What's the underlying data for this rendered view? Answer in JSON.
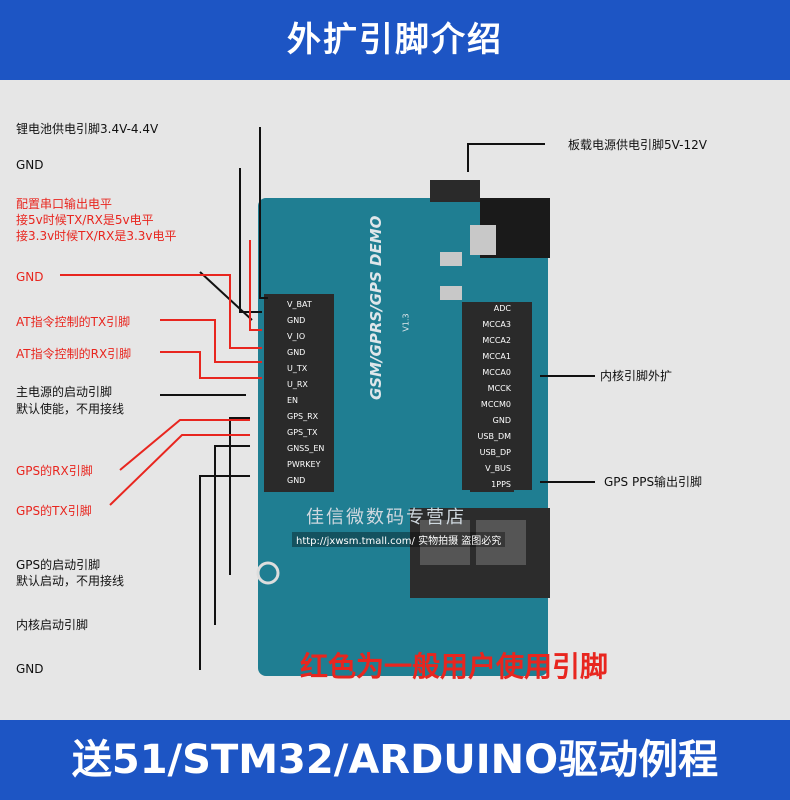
{
  "header": {
    "title": "外扩引脚介绍"
  },
  "footer": {
    "title": "送51/STM32/ARDUINO驱动例程"
  },
  "note": {
    "text": "红色为一般用户使用引脚"
  },
  "watermark": {
    "shop": "佳信微数码专营店",
    "url": "http://jxwsm.tmall.com/ 实物拍摄 盗图必究"
  },
  "board": {
    "name": "GSM/GPRS/GPS DEMO",
    "version": "V1.3"
  },
  "left_labels": [
    {
      "text": "锂电池供电引脚3.4V-4.4V",
      "red": false
    },
    {
      "text": "GND",
      "red": false
    },
    {
      "text": "配置串口输出电平",
      "red": true
    },
    {
      "text": "接5v时候TX/RX是5v电平",
      "red": true
    },
    {
      "text": "接3.3v时候TX/RX是3.3v电平",
      "red": true
    },
    {
      "text": "GND",
      "red": true
    },
    {
      "text": "AT指令控制的TX引脚",
      "red": true
    },
    {
      "text": "AT指令控制的RX引脚",
      "red": true
    },
    {
      "text": "主电源的启动引脚",
      "red": false
    },
    {
      "text": "默认使能，不用接线",
      "red": false
    },
    {
      "text": "GPS的RX引脚",
      "red": true
    },
    {
      "text": "GPS的TX引脚",
      "red": true
    },
    {
      "text": "GPS的启动引脚",
      "red": false
    },
    {
      "text": "默认启动，不用接线",
      "red": false
    },
    {
      "text": "内核启动引脚",
      "red": false
    },
    {
      "text": "GND",
      "red": false
    }
  ],
  "right_labels": [
    {
      "text": "板载电源供电引脚5V-12V"
    },
    {
      "text": "内核引脚外扩"
    },
    {
      "text": "GPS PPS输出引脚"
    }
  ],
  "left_pins": [
    "V_BAT",
    "GND",
    "V_IO",
    "GND",
    "U_TX",
    "U_RX",
    "EN",
    "GPS_RX",
    "GPS_TX",
    "GNSS_EN",
    "PWRKEY",
    "GND"
  ],
  "right_pins": [
    "ADC",
    "MCCA3",
    "MCCA2",
    "MCCA1",
    "MCCA0",
    "MCCK",
    "MCCM0",
    "GND",
    "USB_DM",
    "USB_DP",
    "V_BUS",
    "1PPS"
  ]
}
